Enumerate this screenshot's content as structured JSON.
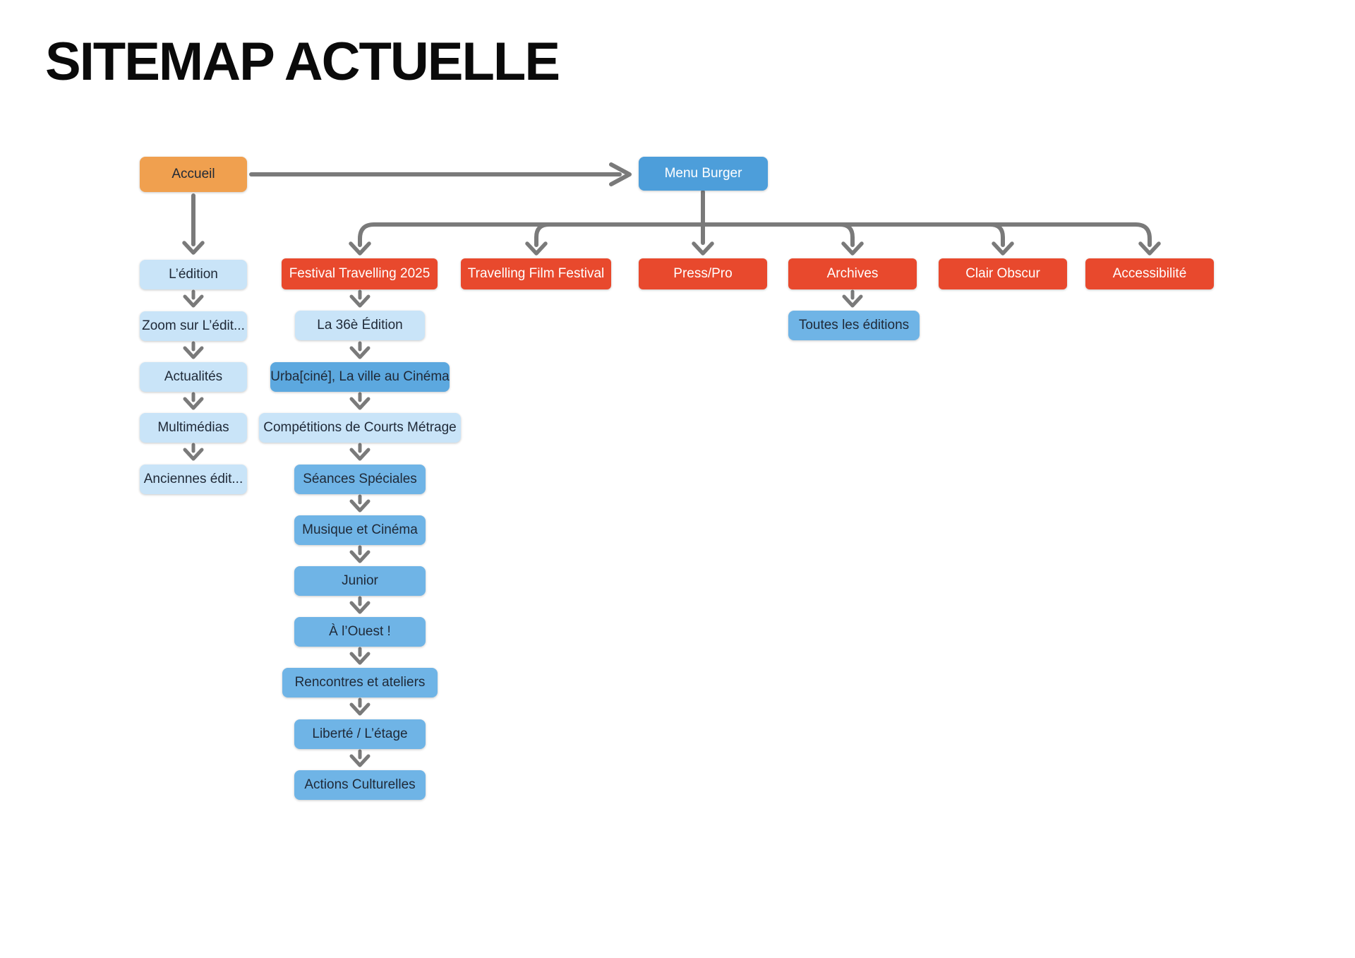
{
  "title": "SITEMAP ACTUELLE",
  "colors": {
    "orange": "#F0A04F",
    "red": "#E8492D",
    "menu_blue": "#4D9EDA",
    "medium_blue": "#6FB4E6",
    "urba_blue": "#5CA8DF",
    "light_blue": "#C9E4F8",
    "arrow_gray": "#7A7A7A",
    "dark_text": "#1F2937"
  },
  "nodes": {
    "accueil": {
      "label": "Accueil"
    },
    "menu_burger": {
      "label": "Menu Burger"
    },
    "accueil_children": [
      {
        "label": "L’édition"
      },
      {
        "label": "Zoom sur L’édit..."
      },
      {
        "label": "Actualités"
      },
      {
        "label": "Multimédias"
      },
      {
        "label": "Anciennes édit..."
      }
    ],
    "menu_children": [
      {
        "label": "Festival Travelling 2025"
      },
      {
        "label": "Travelling Film Festival"
      },
      {
        "label": "Press/Pro"
      },
      {
        "label": "Archives"
      },
      {
        "label": "Clair Obscur"
      },
      {
        "label": "Accessibilité"
      }
    ],
    "festival_children": [
      {
        "label": "La 36è Édition"
      },
      {
        "label": "Urba[ciné], La ville au Cinéma"
      },
      {
        "label": "Compétitions de Courts Métrage"
      },
      {
        "label": "Séances Spéciales"
      },
      {
        "label": "Musique et Cinéma"
      },
      {
        "label": "Junior"
      },
      {
        "label": "À l’Ouest !"
      },
      {
        "label": "Rencontres et ateliers"
      },
      {
        "label": "Liberté / L’étage"
      },
      {
        "label": "Actions Culturelles"
      }
    ],
    "archives_children": [
      {
        "label": "Toutes les éditions"
      }
    ]
  }
}
